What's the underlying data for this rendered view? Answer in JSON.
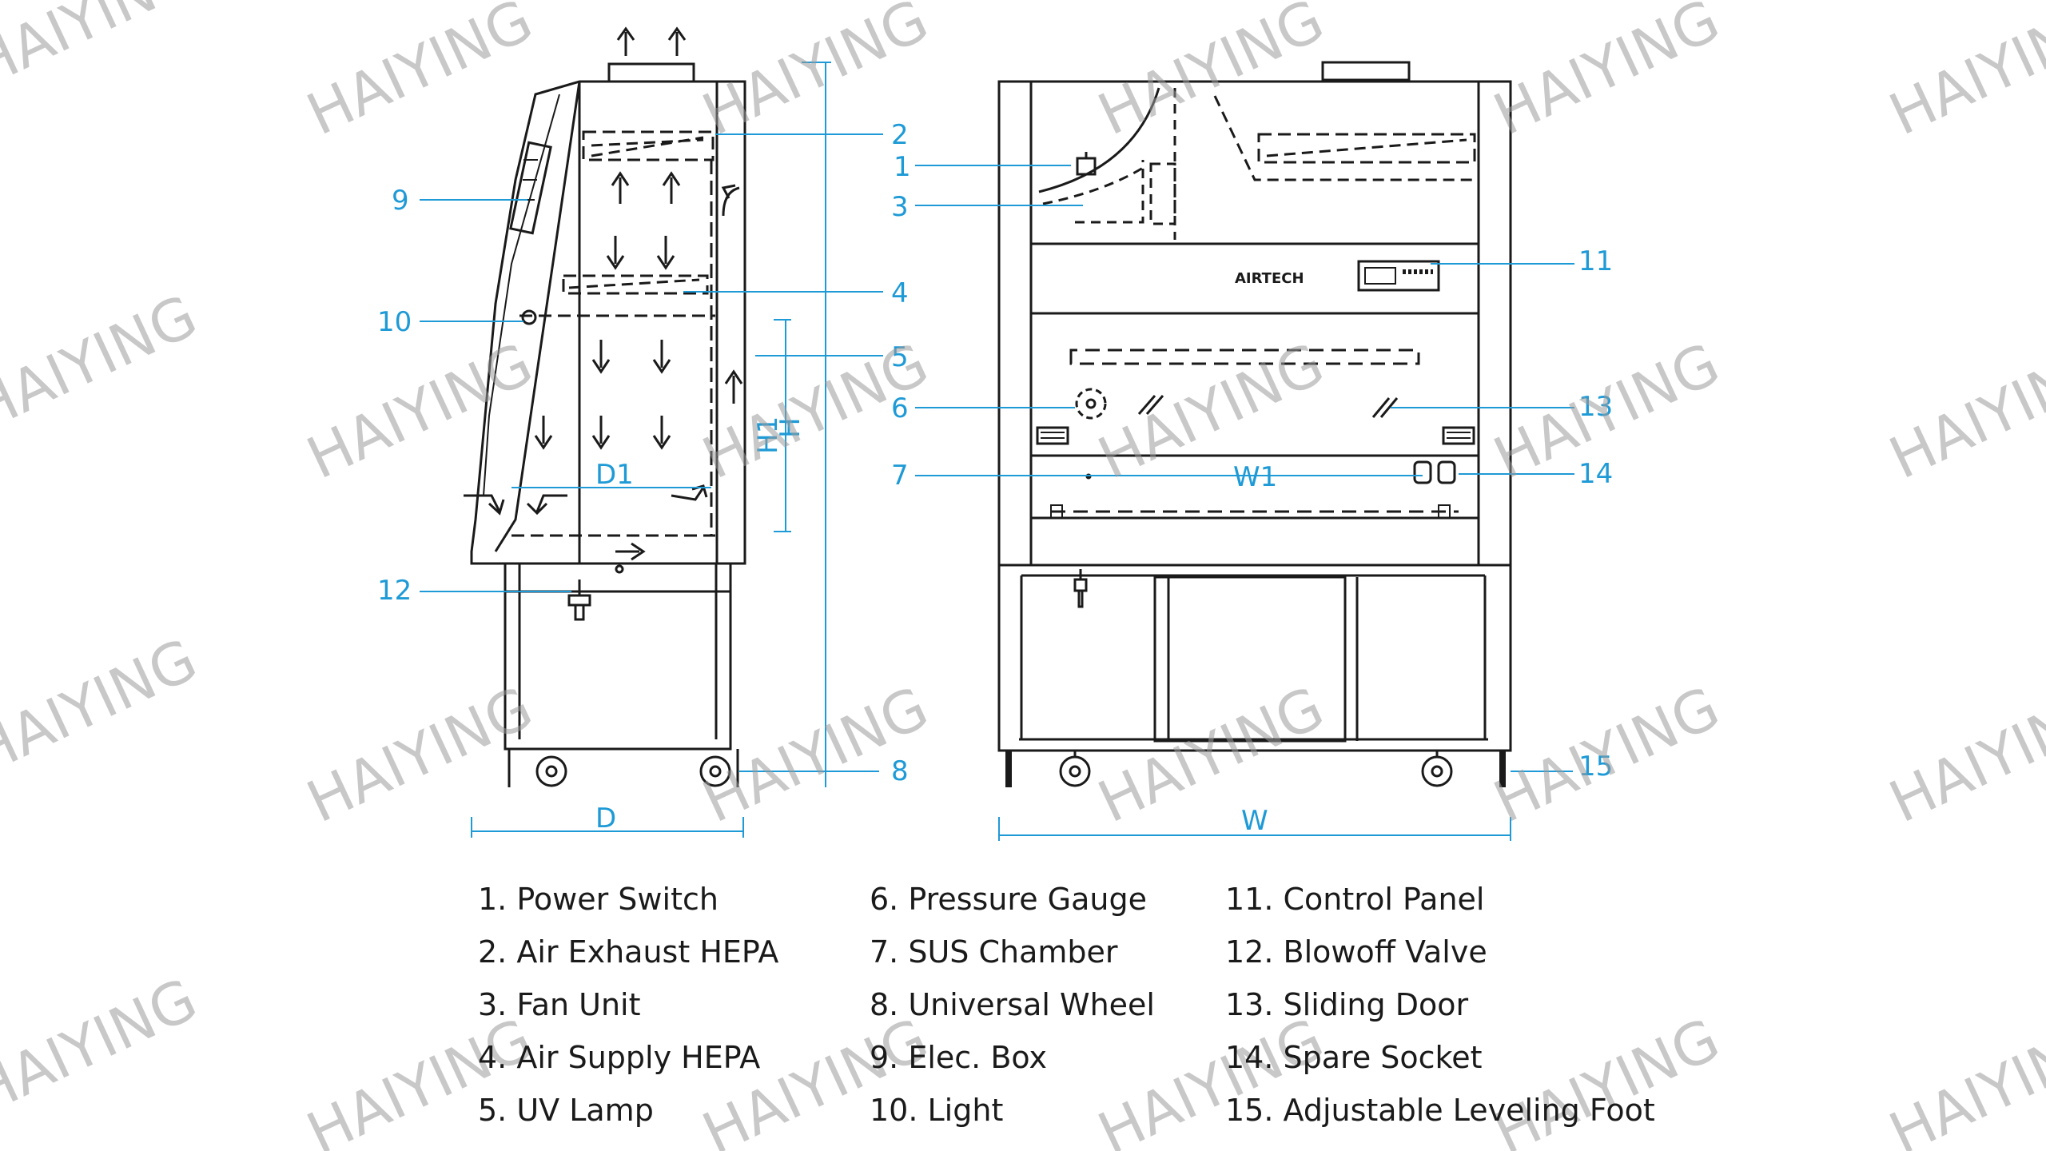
{
  "watermark": "HAIYING",
  "brand": "AIRTECH",
  "dimensions": {
    "d": "D",
    "d1": "D1",
    "h": "H",
    "h1": "H1",
    "w": "W",
    "w1": "W1"
  },
  "callouts": [
    "1",
    "2",
    "3",
    "4",
    "5",
    "6",
    "7",
    "8",
    "9",
    "10",
    "11",
    "12",
    "13",
    "14",
    "15"
  ],
  "legend": {
    "col1": [
      "1. Power Switch",
      "2. Air Exhaust HEPA",
      "3. Fan Unit",
      "4. Air Supply HEPA",
      "5. UV Lamp"
    ],
    "col2": [
      "6. Pressure Gauge",
      "7. SUS Chamber",
      "8. Universal Wheel",
      "9. Elec. Box",
      "10. Light"
    ],
    "col3": [
      "11. Control Panel",
      "12. Blowoff Valve",
      "13. Sliding Door",
      "14. Spare Socket",
      "15. Adjustable Leveling Foot"
    ]
  },
  "colors": {
    "line": "#1a1a1a",
    "accent": "#1e9ad6",
    "watermark": "#9a9a9a"
  }
}
